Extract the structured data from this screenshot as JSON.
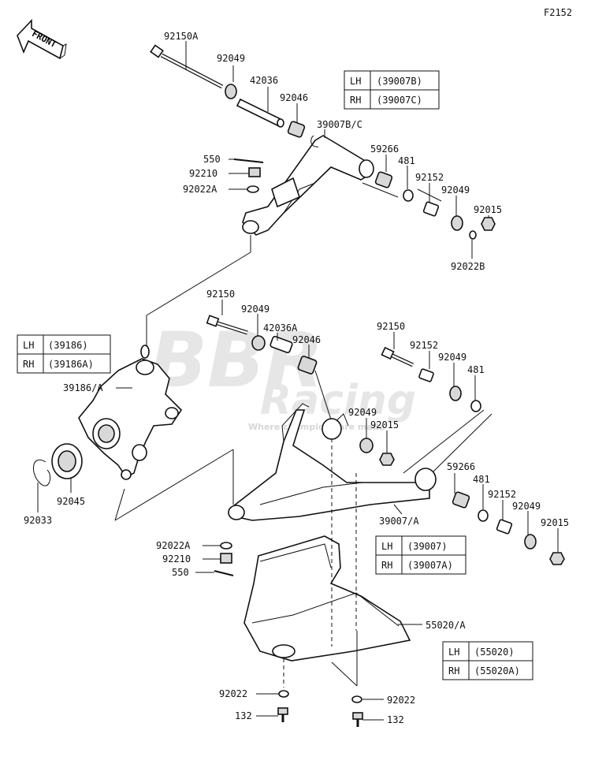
{
  "figure_code": "F2152",
  "front_label": "FRONT",
  "watermark": {
    "main": "BBR",
    "sub": "Racing",
    "tagline": "Where champions are made"
  },
  "labels": {
    "l_92150A": "92150A",
    "l_92049_a": "92049",
    "l_42036": "42036",
    "l_92046_a": "92046",
    "l_39007BC": "39007B/C",
    "l_550_a": "550",
    "l_92210_a": "92210",
    "l_92022A_a": "92022A",
    "l_59266_a": "59266",
    "l_481_a": "481",
    "l_92152_a": "92152",
    "l_92049_b": "92049",
    "l_92015_a": "92015",
    "l_92022B": "92022B",
    "l_92150_a": "92150",
    "l_92049_c": "92049",
    "l_42036A": "42036A",
    "l_92046_b": "92046",
    "l_92150_b": "92150",
    "l_92152_b": "92152",
    "l_92049_d": "92049",
    "l_481_b": "481",
    "l_39186A": "39186/A",
    "l_92049_e": "92049",
    "l_92015_b": "92015",
    "l_59266_b": "59266",
    "l_481_c": "481",
    "l_92152_c": "92152",
    "l_92049_f": "92049",
    "l_92015_c": "92015",
    "l_39007A": "39007/A",
    "l_92045": "92045",
    "l_92033": "92033",
    "l_92022A_b": "92022A",
    "l_92210_b": "92210",
    "l_550_b": "550",
    "l_55020A": "55020/A",
    "l_92022_a": "92022",
    "l_92022_b": "92022",
    "l_132_a": "132",
    "l_132_b": "132"
  },
  "tables": {
    "t1": {
      "lh": "LH",
      "lh_part": "(39007B)",
      "rh": "RH",
      "rh_part": "(39007C)"
    },
    "t2": {
      "lh": "LH",
      "lh_part": "(39186)",
      "rh": "RH",
      "rh_part": "(39186A)"
    },
    "t3": {
      "lh": "LH",
      "lh_part": "(39007)",
      "rh": "RH",
      "rh_part": "(39007A)"
    },
    "t4": {
      "lh": "LH",
      "lh_part": "(55020)",
      "rh": "RH",
      "rh_part": "(55020A)"
    }
  }
}
